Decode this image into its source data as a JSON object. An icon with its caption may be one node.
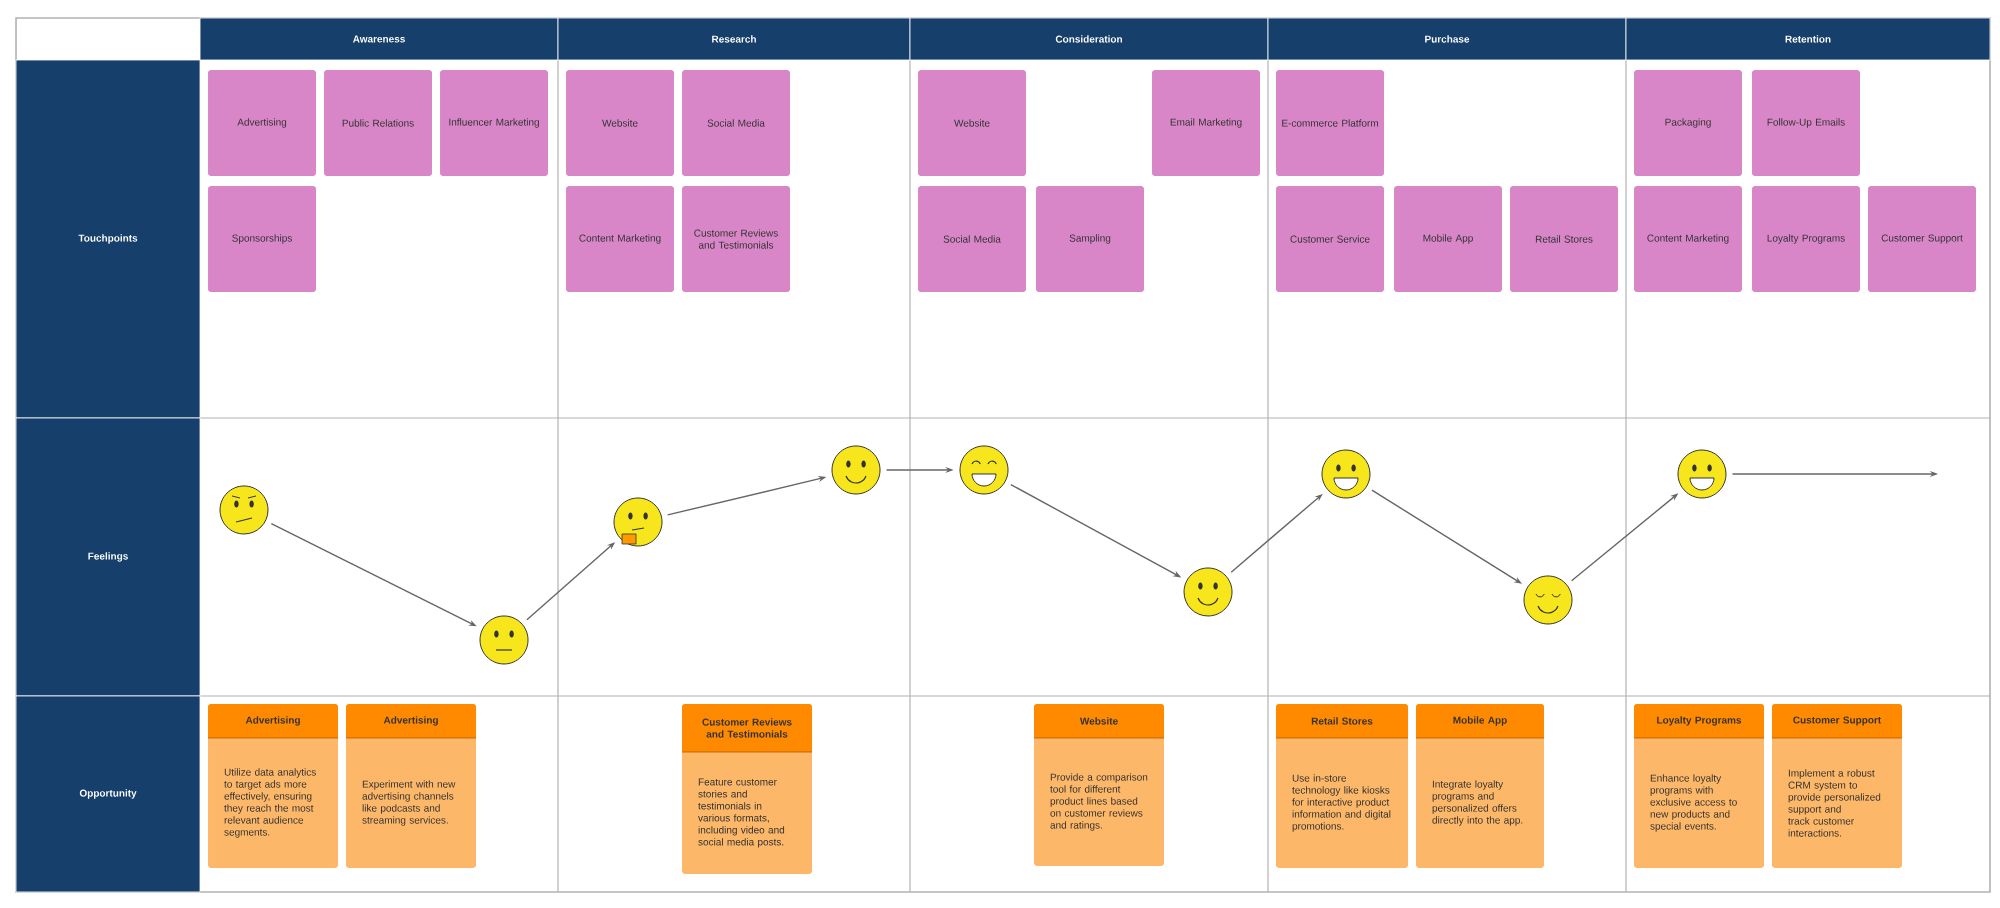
{
  "diagram": {
    "nodes": [
      {
        "text": [
          "Awareness"
        ]
      },
      {
        "text": [
          "Research"
        ]
      },
      {
        "text": [
          "Consideration"
        ]
      },
      {
        "text": [
          "Purchase"
        ]
      },
      {
        "text": [
          "Retention"
        ]
      },
      {
        "text": [
          "Touchpoints"
        ]
      },
      {
        "text": [
          "Feelings"
        ]
      },
      {
        "text": [
          "Opportunity"
        ]
      },
      {
        "text": [
          "Advertising"
        ]
      },
      {
        "text": [
          "Public Relations"
        ]
      },
      {
        "text": [
          "Influencer Marketing"
        ]
      },
      {
        "text": [
          "Sponsorships"
        ]
      },
      {
        "text": [
          "Website"
        ]
      },
      {
        "text": [
          "Social Media"
        ]
      },
      {
        "text": [
          "Content Marketing"
        ]
      },
      {
        "text": [
          "Customer Reviews and Testimonials"
        ]
      },
      {
        "text": [
          "Website"
        ]
      },
      {
        "text": [
          "Email Marketing"
        ]
      },
      {
        "text": [
          "Social Media"
        ]
      },
      {
        "text": [
          "Sampling"
        ]
      },
      {
        "text": [
          "E-commerce Platform"
        ]
      },
      {
        "text": [
          "Customer Service"
        ]
      },
      {
        "text": [
          "Mobile App"
        ]
      },
      {
        "text": [
          "Retail Stores"
        ]
      },
      {
        "text": [
          "Packaging"
        ]
      },
      {
        "text": [
          "Follow-Up Emails"
        ]
      },
      {
        "text": [
          "Content Marketing"
        ]
      },
      {
        "text": [
          "Loyalty Programs"
        ]
      },
      {
        "text": [
          "Customer Support"
        ]
      },
      {
        "text": [],
        "shape": "circle"
      },
      {
        "text": [],
        "shape": "circle"
      },
      {
        "text": [],
        "shape": "circle"
      },
      {
        "text": [],
        "shape": "circle"
      },
      {
        "text": [],
        "shape": "circle"
      },
      {
        "text": [],
        "shape": "circle"
      },
      {
        "text": [],
        "shape": "circle"
      },
      {
        "text": [],
        "shape": "circle"
      },
      {
        "text": [],
        "shape": "circle"
      },
      {
        "text": [
          "Advertising",
          "Utilize data analytics to target ads more effectively, ensuring they reach the most relevant audience segments."
        ]
      },
      {
        "text": [
          "Advertising",
          "Experiment with new advertising channels like podcasts and streaming services."
        ]
      },
      {
        "text": [
          "Customer Reviews and Testimonials",
          "Feature customer stories and testimonials in various formats, including video and social media posts."
        ]
      },
      {
        "text": [
          "Website",
          "Provide a comparison tool for different product lines based on customer reviews and ratings."
        ]
      },
      {
        "text": [
          "Retail Stores",
          "Use in-store technology like kiosks for interactive product information and digital promotions."
        ]
      },
      {
        "text": [
          "Mobile App",
          "Integrate loyalty programs and personalized offers directly into the app."
        ]
      },
      {
        "text": [
          "Loyalty Programs",
          "Enhance loyalty programs with exclusive access to new products and special events."
        ]
      },
      {
        "text": [
          "Customer Support",
          "Implement a robust CRM system to provide personalized support and track customer interactions."
        ]
      }
    ],
    "edges": [
      {
        "from": 29,
        "to": 30,
        "arrow": "to"
      },
      {
        "from": 30,
        "to": 31,
        "arrow": "to"
      },
      {
        "from": 31,
        "to": 32,
        "arrow": "to"
      },
      {
        "from": 32,
        "to": 33,
        "arrow": "to"
      },
      {
        "from": 33,
        "to": 34,
        "arrow": "to"
      },
      {
        "from": 34,
        "to": 35,
        "arrow": "to"
      },
      {
        "from": 35,
        "to": 36,
        "arrow": "to"
      },
      {
        "from": 36,
        "to": 37,
        "arrow": "to"
      },
      {
        "from": 37,
        "to": null,
        "arrow": "to"
      }
    ]
  }
}
